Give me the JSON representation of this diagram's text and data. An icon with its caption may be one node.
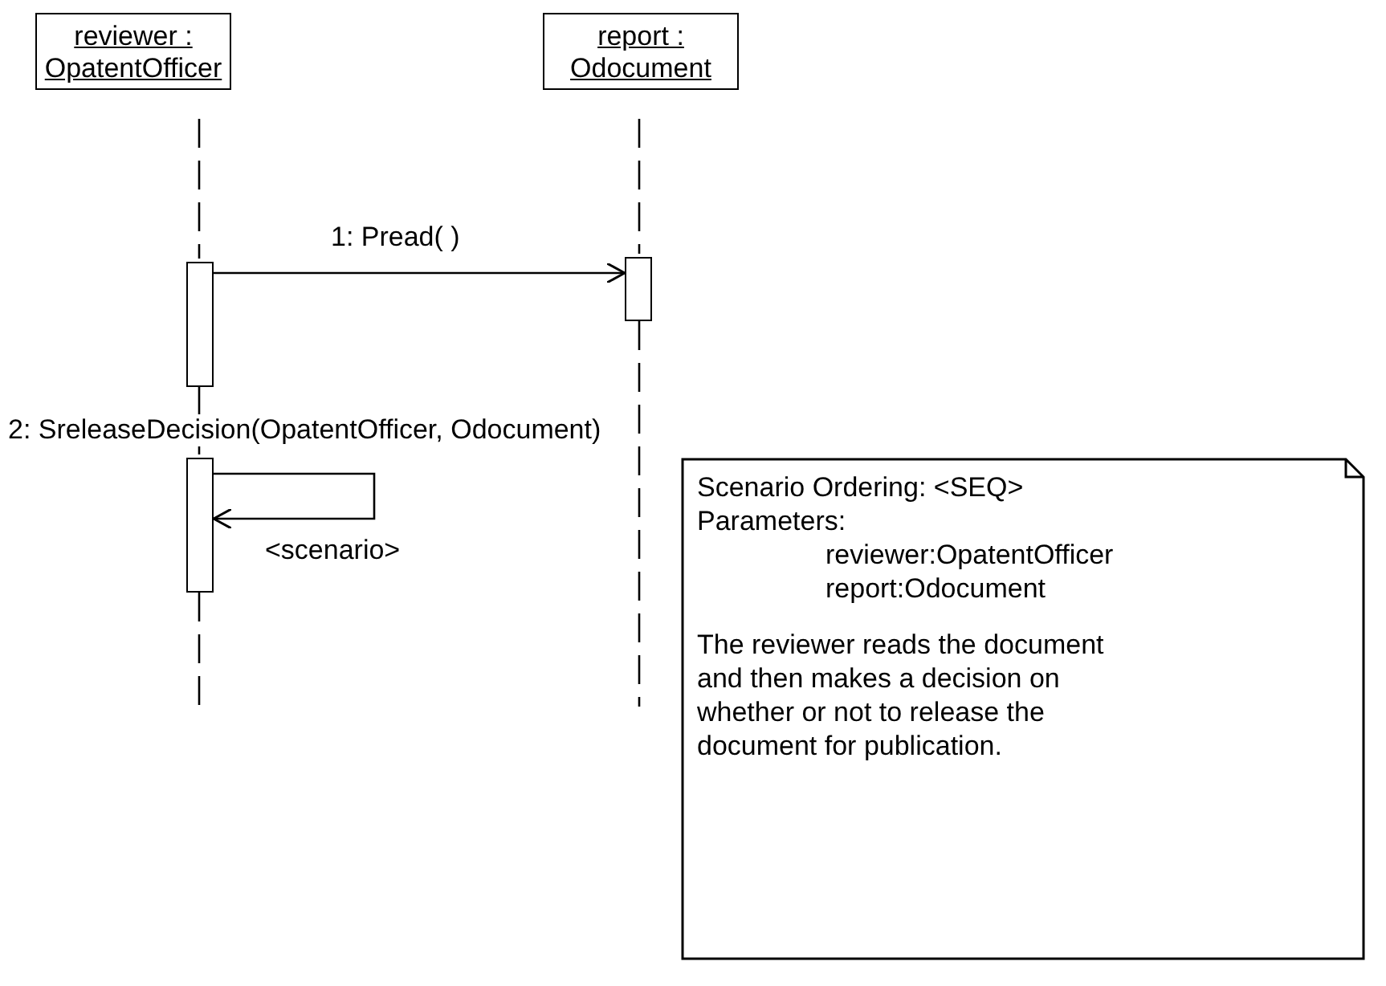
{
  "diagram": {
    "nodes": [
      {
        "text": [
          "reviewer : OpatentOfficer"
        ]
      },
      {
        "text": [
          "report : Odocument"
        ]
      },
      {
        "text": [],
        "shape": "bar"
      },
      {
        "text": [],
        "shape": "bar"
      },
      {
        "text": [],
        "shape": "bar"
      },
      {
        "text": [
          "Scenario Ordering: <SEQ>",
          "Parameters:",
          "reviewer:OpatentOfficer",
          "report:Odocument",
          "The reviewer reads the document and then makes a decision on whether or not to release the document for publication."
        ]
      }
    ],
    "edges": [
      {
        "from": 0,
        "to": 2,
        "arrow": "none",
        "style": "dashed"
      },
      {
        "from": 1,
        "to": 3,
        "arrow": "none",
        "style": "dashed"
      },
      {
        "from": 2,
        "to": 3,
        "arrow": "to",
        "label": "1: Pread( )"
      },
      {
        "from": 2,
        "to": 4,
        "arrow": "none",
        "style": "dashed"
      },
      {
        "from": 3,
        "to": null,
        "arrow": "none",
        "style": "dashed"
      },
      {
        "from": 4,
        "to": 4,
        "arrow": "to",
        "label": "<scenario>"
      },
      {
        "from": 4,
        "to": null,
        "arrow": "none",
        "style": "dashed"
      }
    ],
    "labels": [
      "2: SreleaseDecision(OpatentOfficer, Odocument)"
    ]
  }
}
